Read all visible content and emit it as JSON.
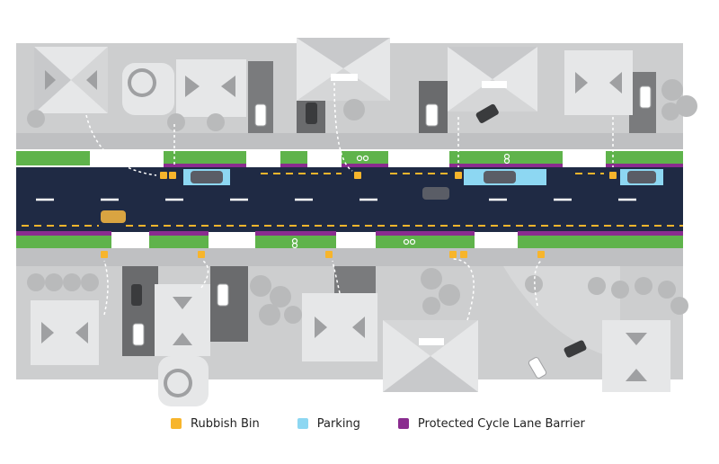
{
  "legend": [
    {
      "label": "Rubbish Bin",
      "color": "#f7b52c"
    },
    {
      "label": "Parking",
      "color": "#8dd7f2"
    },
    {
      "label": "Protected Cycle Lane Barrier",
      "color": "#8a2c8f"
    }
  ],
  "colors": {
    "road": "#1f2a44",
    "lane_marking_white": "#ffffff",
    "lane_marking_yellow": "#f7b52c",
    "cycle_lane": "#5fb34b",
    "footpath": "#bfc0c2",
    "block": "#cdcecf",
    "roof_light": "#e6e7e8",
    "roof_mid": "#c8c9cb",
    "roof_dark": "#9fa0a2",
    "driveway": "#6a6b6d",
    "tree": "#b9babb"
  },
  "icons": [
    "bicycle-icon",
    "car-icon",
    "tree-icon",
    "house-icon",
    "pool-icon",
    "dashed-arrow-icon"
  ]
}
